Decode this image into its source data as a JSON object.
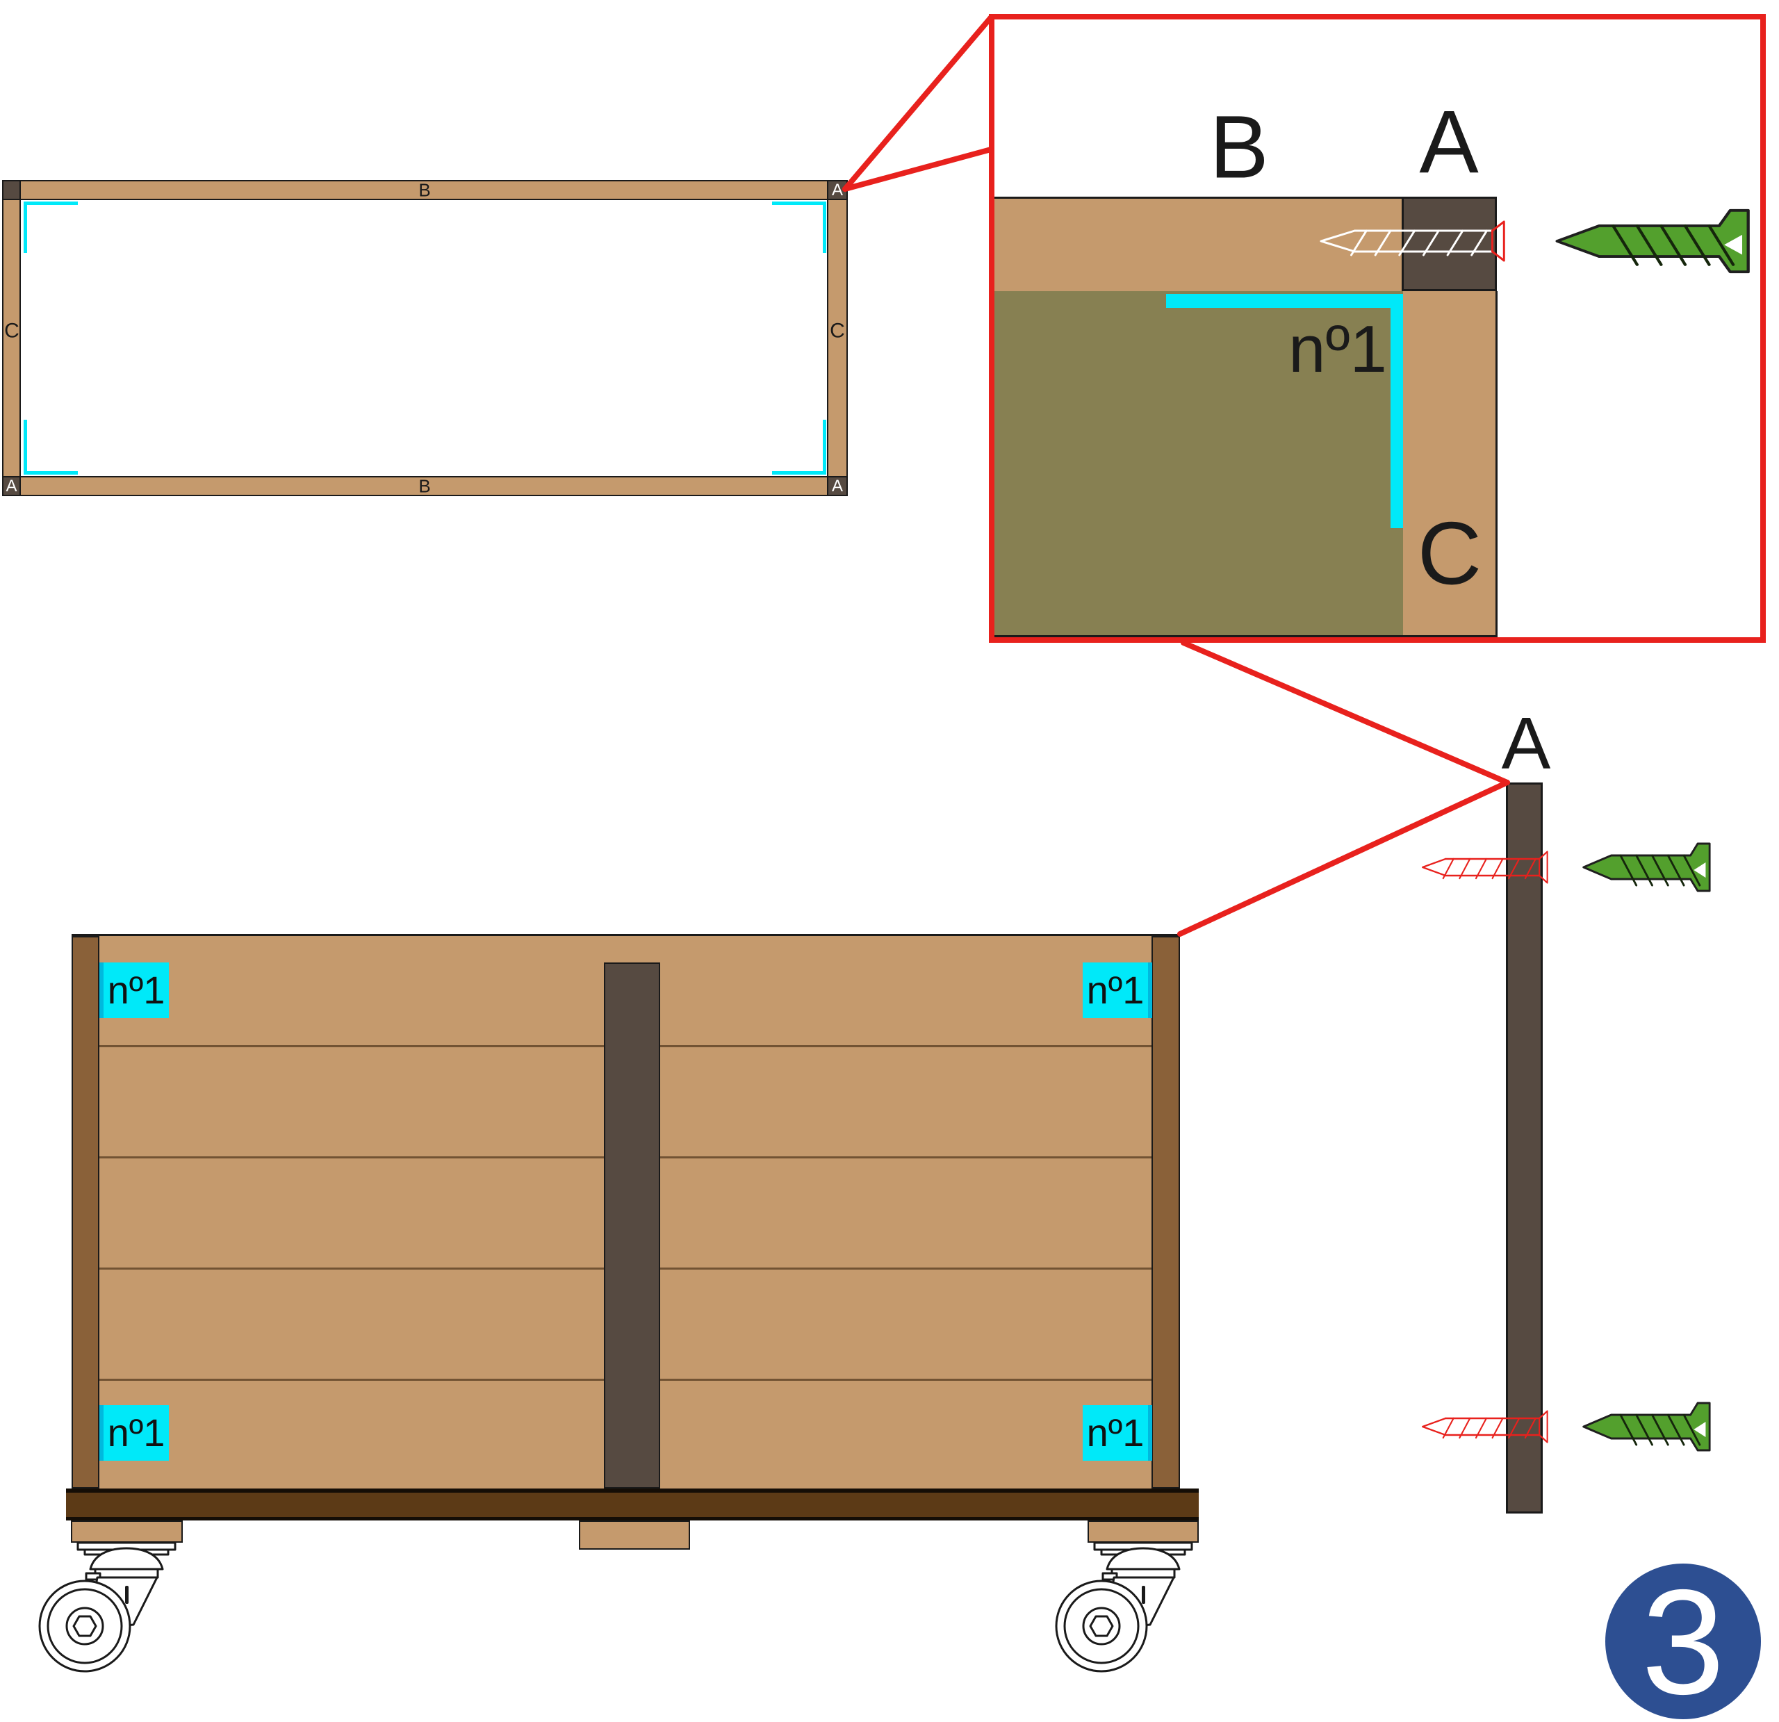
{
  "step_badge": {
    "number": "3"
  },
  "frame_top_view": {
    "top_plank_label": "B",
    "bottom_plank_label": "B",
    "left_plank_label": "C",
    "right_plank_label": "C",
    "corner_post_label": "A"
  },
  "detail_view": {
    "plank_label_b": "B",
    "post_label_a": "A",
    "plank_label_c": "C",
    "bracket_label": "nº1"
  },
  "assembled_view": {
    "corner_marker_label": "nº1",
    "post_label_a": "A"
  },
  "colors": {
    "accent_red": "#e8211d",
    "highlight_cyan": "#00e9f9",
    "screw_green": "#53a02d",
    "step_blue": "#2d4f92",
    "wood_tan": "#c59a6d",
    "wood_edge_brown": "#8a6139",
    "wood_dark_post": "#564a41",
    "inner_panel_olive": "#878052",
    "base_rail_brown": "#5c3a16"
  }
}
